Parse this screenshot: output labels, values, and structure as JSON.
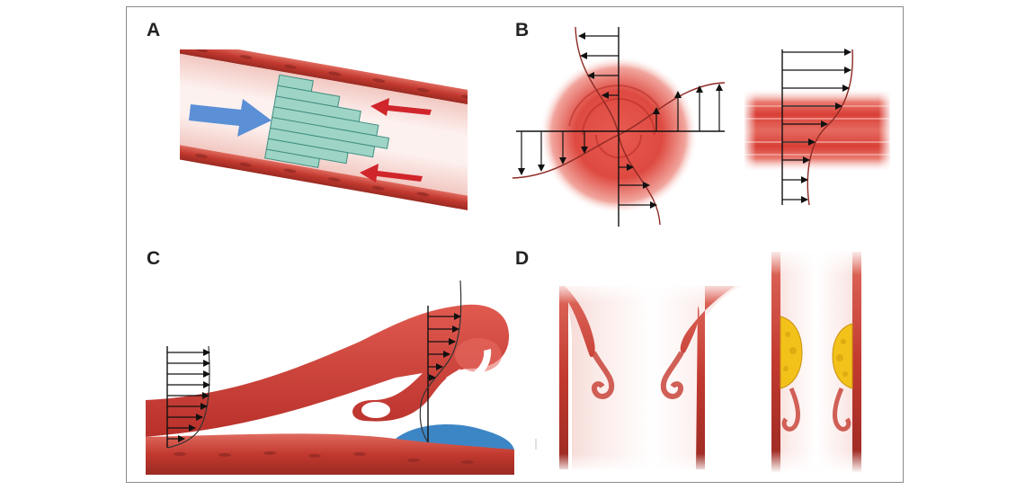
{
  "panels": {
    "a": {
      "label": "A"
    },
    "b": {
      "label": "B"
    },
    "c": {
      "label": "C"
    },
    "d": {
      "label": "D"
    }
  },
  "colors": {
    "vessel_wall": "#c9463c",
    "vessel_wall_dark": "#8e2a24",
    "blood": "#d8403a",
    "blood_light": "#f4cfc9",
    "laminar_fill": "#9ed4c6",
    "inflow_arrow": "#5b8fd6",
    "counter_arrow": "#d0252b",
    "plaque_blue": "#3d86c6",
    "plaque_yellow": "#f2c21a",
    "arrow_black": "#111111"
  },
  "icons": [
    "flow-arrow-icon",
    "counter-flow-arrow-icon",
    "rotation-arrow-icon"
  ]
}
